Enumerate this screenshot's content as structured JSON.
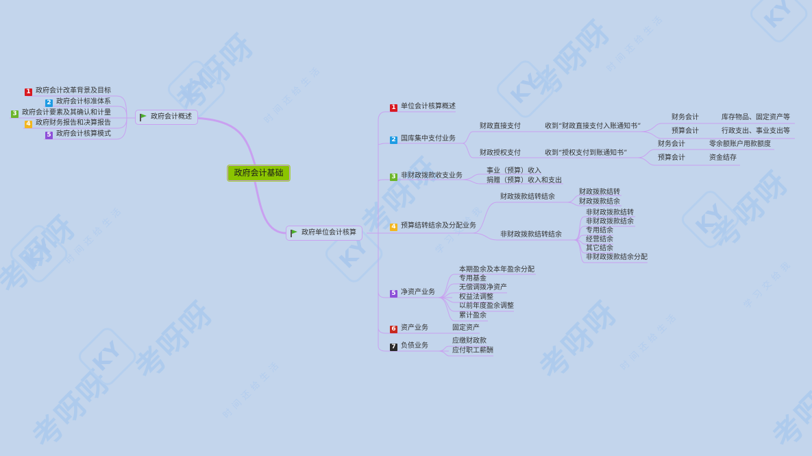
{
  "colors": {
    "background": "#c3d5ec",
    "connector": "#c9a0f0",
    "root_fill": "#8bc400",
    "priority": {
      "1": "#d81920",
      "2": "#1e9be3",
      "3": "#6cb52a",
      "4": "#f2b61f",
      "5": "#8d4fd8",
      "6": "#c8291e",
      "7": "#2a2a2a"
    }
  },
  "watermark": {
    "brand": "考呀呀",
    "badge": "KY",
    "slogan_left": "学习交给我",
    "slogan_right": "时间还给生活"
  },
  "root": {
    "label": "政府会计基础"
  },
  "left_branch": {
    "label": "政府会计概述",
    "icon": "flag-icon",
    "children": [
      {
        "priority": "1",
        "label": "政府会计改革背景及目标"
      },
      {
        "priority": "2",
        "label": "政府会计标准体系"
      },
      {
        "priority": "3",
        "label": "政府会计要素及其确认和计量"
      },
      {
        "priority": "4",
        "label": "政府财务报告和决算报告"
      },
      {
        "priority": "5",
        "label": "政府会计核算模式"
      }
    ]
  },
  "right_branch": {
    "label": "政府单位会计核算",
    "icon": "flag-icon",
    "children": [
      {
        "priority": "1",
        "label": "单位会计核算概述",
        "children": []
      },
      {
        "priority": "2",
        "label": "国库集中支付业务",
        "children": [
          {
            "label": "财政直接支付",
            "note": "收到“财政直接支付入账通知书”",
            "children": [
              {
                "label": "财务会计",
                "detail": "库存物品、固定资产等"
              },
              {
                "label": "预算会计",
                "detail": "行政支出、事业支出等"
              }
            ]
          },
          {
            "label": "财政授权支付",
            "note": "收到“授权支付到账通知书”",
            "children": [
              {
                "label": "财务会计",
                "detail": "零余额账户用款额度"
              },
              {
                "label": "预算会计",
                "detail": "资金结存"
              }
            ]
          }
        ]
      },
      {
        "priority": "3",
        "label": "非财政拨款收支业务",
        "children": [
          {
            "label": "事业（预算）收入"
          },
          {
            "label": "捐赠（预算）收入和支出"
          }
        ]
      },
      {
        "priority": "4",
        "label": "预算结转结余及分配业务",
        "children": [
          {
            "label": "财政拨款结转结余",
            "children": [
              {
                "label": "财政拨款结转"
              },
              {
                "label": "财政拨款结余"
              }
            ]
          },
          {
            "label": "非财政拨款结转结余",
            "children": [
              {
                "label": "非财政拨款结转"
              },
              {
                "label": "非财政拨款结余"
              },
              {
                "label": "专用结余"
              },
              {
                "label": "经营结余"
              },
              {
                "label": "其它结余"
              },
              {
                "label": "非财政拨款结余分配"
              }
            ]
          }
        ]
      },
      {
        "priority": "5",
        "label": "净资产业务",
        "children": [
          {
            "label": "本期盈余及本年盈余分配"
          },
          {
            "label": "专用基金"
          },
          {
            "label": "无偿调拨净资产"
          },
          {
            "label": "权益法调整"
          },
          {
            "label": "以前年度盈余调整"
          },
          {
            "label": "累计盈余"
          }
        ]
      },
      {
        "priority": "6",
        "label": "资产业务",
        "children": [
          {
            "label": "固定资产"
          }
        ]
      },
      {
        "priority": "7",
        "label": "负债业务",
        "children": [
          {
            "label": "应缴财政款"
          },
          {
            "label": "应付职工薪酬"
          }
        ]
      }
    ]
  }
}
